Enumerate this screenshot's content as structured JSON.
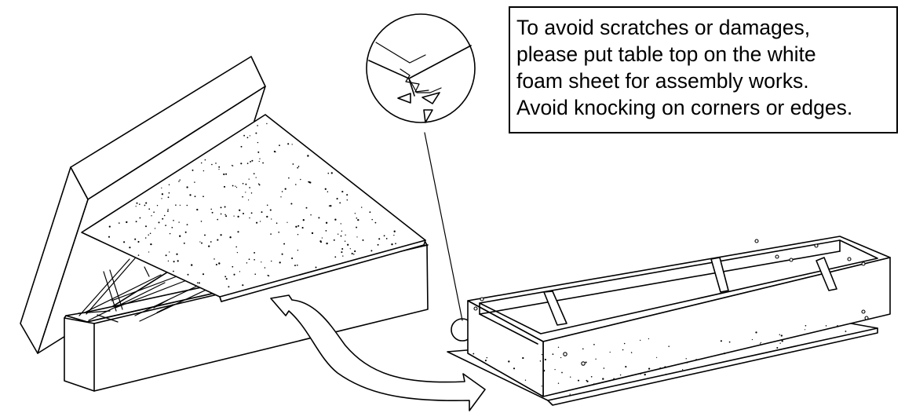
{
  "note": {
    "lines": [
      "To avoid scratches  or damages,",
      "please put  table top on the white",
      "foam sheet for assembly  works.",
      "Avoid knocking on corners or edges."
    ]
  },
  "colors": {
    "ink": "#000000",
    "background": "#ffffff"
  },
  "icons": {
    "shipping_box": "open-box-with-lid",
    "table_top": "speckled-table-top",
    "arrow": "curved-arrow-right",
    "magnifier": "detail-circle-chipped-corner",
    "frame": "table-frame-on-foam-sheet"
  }
}
